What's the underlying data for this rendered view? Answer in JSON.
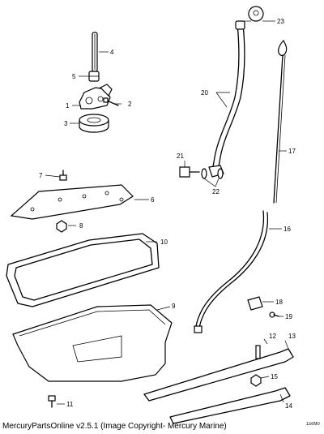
{
  "callouts": [
    "1",
    "2",
    "3",
    "4",
    "5",
    "6",
    "7",
    "8",
    "9",
    "10",
    "11",
    "12",
    "13",
    "14",
    "15",
    "16",
    "17",
    "18",
    "19",
    "20",
    "21",
    "22",
    "23"
  ],
  "caption": "MercuryPartsOnline v2.5.1 (Image Copyright- Mercury Marine)",
  "drawing_ref": "15090"
}
